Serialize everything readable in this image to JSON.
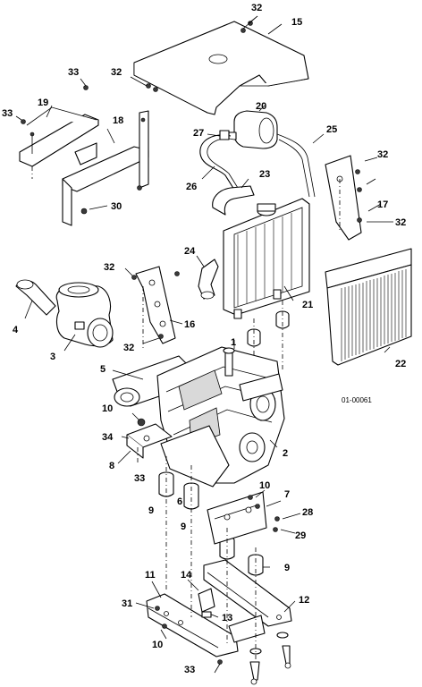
{
  "diagram": {
    "figure_code": "01-00061",
    "callouts": {
      "c1": "1",
      "c2": "2",
      "c3": "3",
      "c4": "4",
      "c5": "5",
      "c6": "6",
      "c7": "7",
      "c8": "8",
      "c9": "9",
      "c10": "10",
      "c11": "11",
      "c12": "12",
      "c13": "13",
      "c14": "14",
      "c15": "15",
      "c16": "16",
      "c17": "17",
      "c18": "18",
      "c19": "19",
      "c20": "20",
      "c21": "21",
      "c22": "22",
      "c23": "23",
      "c24": "24",
      "c25": "25",
      "c26": "26",
      "c27": "27",
      "c28": "28",
      "c29": "29",
      "c30": "30",
      "c31": "31",
      "c32": "32",
      "c33": "33",
      "c34": "34"
    }
  }
}
